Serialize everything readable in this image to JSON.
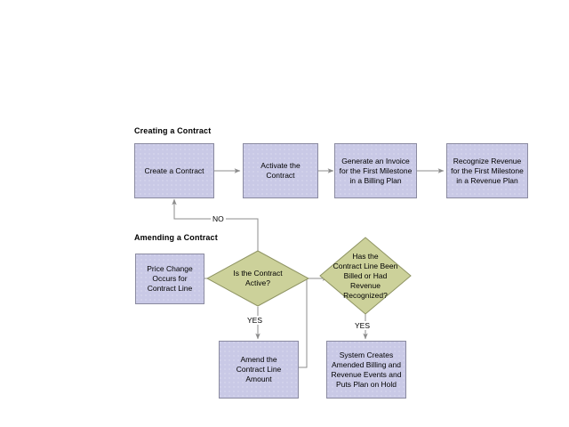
{
  "diagram": {
    "type": "flowchart",
    "background_color": "#ffffff",
    "box_fill_color": "#c9c9e6",
    "box_border_color": "#8a8aa0",
    "diamond_fill_color": "#ccd19a",
    "diamond_border_color": "#8f9463",
    "connector_color": "#808080"
  },
  "sections": [
    {
      "id": "creating",
      "title": "Creating a Contract"
    },
    {
      "id": "amending",
      "title": "Amending a Contract"
    }
  ],
  "nodes": [
    {
      "id": "create_contract",
      "shape": "process",
      "label": "Create a Contract"
    },
    {
      "id": "activate_contract",
      "shape": "process",
      "label": "Activate the\nContract"
    },
    {
      "id": "generate_invoice",
      "shape": "process",
      "label": "Generate an Invoice\nfor the First Milestone\nin a Billing Plan"
    },
    {
      "id": "recognize_revenue",
      "shape": "process",
      "label": "Recognize Revenue\nfor the First Milestone\nin a Revenue Plan"
    },
    {
      "id": "price_change",
      "shape": "process",
      "label": "Price Change\nOccurs for\nContract Line"
    },
    {
      "id": "is_contract_active",
      "shape": "decision",
      "label": "Is the Contract\nActive?"
    },
    {
      "id": "billed_or_recognized",
      "shape": "decision",
      "label": "Has the\nContract Line Been\nBilled or Had\nRevenue\nRecognized?"
    },
    {
      "id": "amend_amount",
      "shape": "process",
      "label": "Amend the\nContract Line\nAmount"
    },
    {
      "id": "system_creates",
      "shape": "process",
      "label": "System Creates\nAmended Billing and\nRevenue Events and\nPuts Plan on Hold"
    }
  ],
  "edges": [
    {
      "id": "e1",
      "from": "create_contract",
      "to": "activate_contract",
      "label": ""
    },
    {
      "id": "e2",
      "from": "activate_contract",
      "to": "generate_invoice",
      "label": ""
    },
    {
      "id": "e3",
      "from": "generate_invoice",
      "to": "recognize_revenue",
      "label": ""
    },
    {
      "id": "e4",
      "from": "price_change",
      "to": "is_contract_active",
      "label": ""
    },
    {
      "id": "e5",
      "from": "is_contract_active",
      "to": "create_contract",
      "label": "NO"
    },
    {
      "id": "e6",
      "from": "is_contract_active",
      "to": "amend_amount",
      "label": "YES"
    },
    {
      "id": "e7",
      "from": "amend_amount",
      "to": "billed_or_recognized",
      "label": ""
    },
    {
      "id": "e8",
      "from": "billed_or_recognized",
      "to": "system_creates",
      "label": "YES"
    }
  ],
  "edge_labels": {
    "no": "NO",
    "yes_active": "YES",
    "yes_billed": "YES"
  }
}
